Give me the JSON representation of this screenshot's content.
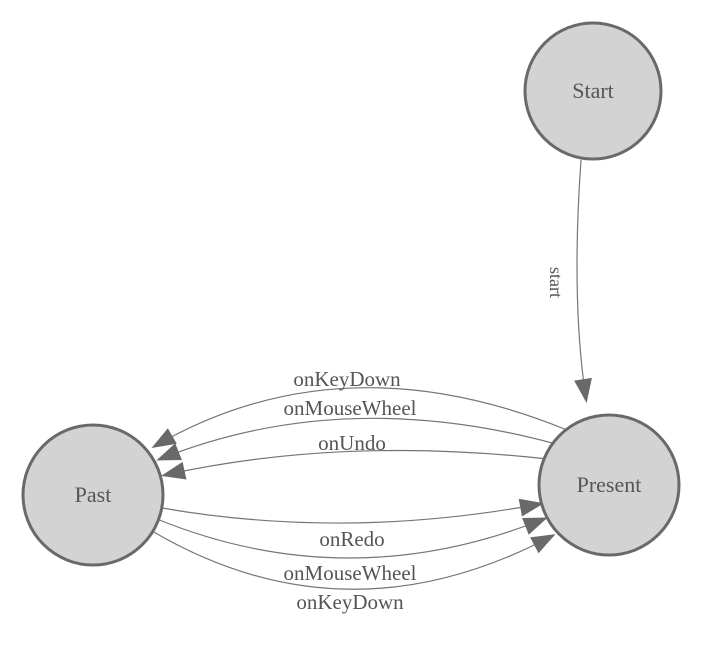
{
  "diagram": {
    "type": "state-machine",
    "background_color": "#ffffff",
    "node_fill_color": "#d3d3d3",
    "node_stroke_color": "#696969",
    "edge_color": "#757575",
    "arrow_color": "#696969",
    "text_color": "#555557",
    "nodes": [
      {
        "id": "start",
        "label": "Start"
      },
      {
        "id": "present",
        "label": "Present"
      },
      {
        "id": "past",
        "label": "Past"
      }
    ],
    "edges": [
      {
        "from": "start",
        "to": "present",
        "label": "start"
      },
      {
        "from": "present",
        "to": "past",
        "label": "onKeyDown"
      },
      {
        "from": "present",
        "to": "past",
        "label": "onMouseWheel"
      },
      {
        "from": "present",
        "to": "past",
        "label": "onUndo"
      },
      {
        "from": "past",
        "to": "present",
        "label": "onRedo"
      },
      {
        "from": "past",
        "to": "present",
        "label": "onMouseWheel"
      },
      {
        "from": "past",
        "to": "present",
        "label": "onKeyDown"
      }
    ]
  }
}
